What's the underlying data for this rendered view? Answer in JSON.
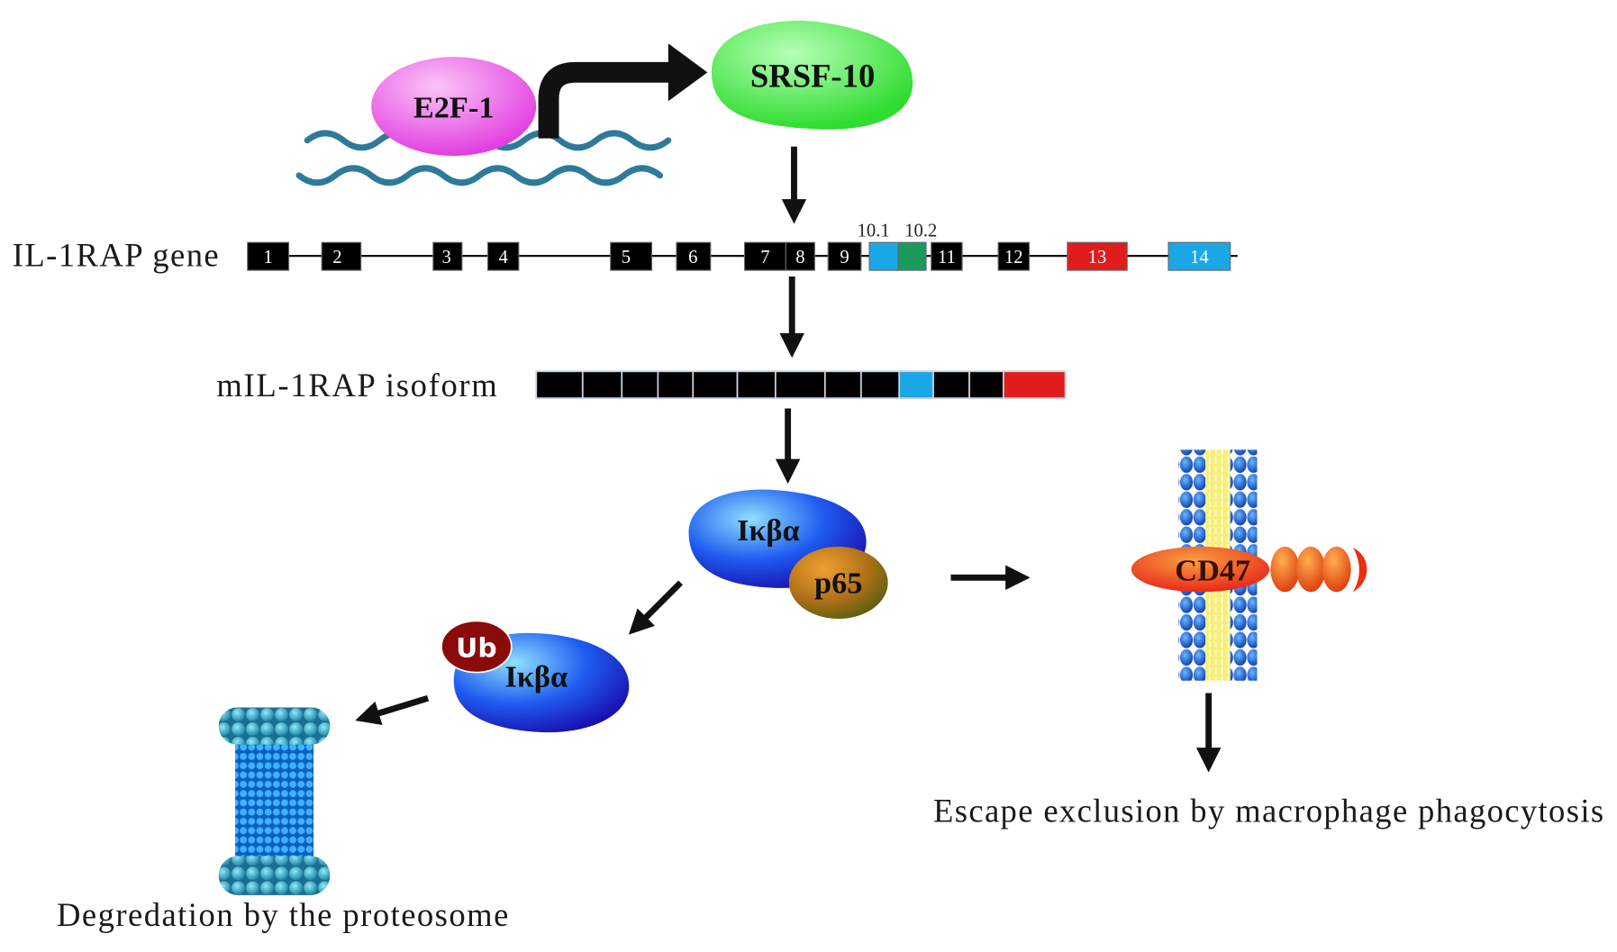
{
  "diagram": {
    "factors": {
      "e2f1": "E2F-1",
      "srsf10": "SRSF-10"
    },
    "gene": {
      "label": "IL-1RAP gene",
      "exons": [
        "1",
        "2",
        "3",
        "4",
        "5",
        "6",
        "7",
        "8",
        "9",
        "11",
        "12",
        "13",
        "14"
      ],
      "alt_exons": [
        "10.1",
        "10.2"
      ]
    },
    "isoform": {
      "label": "mIL-1RAP isoform"
    },
    "complex": {
      "ikba": "Iκβα",
      "p65": "p65"
    },
    "ubiquitinated": {
      "ub": "Ub",
      "ikba": "Iκβα"
    },
    "membrane_protein": {
      "cd47": "CD47"
    },
    "outcomes": {
      "escape": "Escape exclusion by macrophage phagocytosis",
      "degradation": "Degredation by the proteosome"
    }
  },
  "colors": {
    "e2f1": "#e23fe0",
    "srsf10": "#2fdc2f",
    "dna": "#2f7a9a",
    "exon": "#000000",
    "exon_10_1": "#1aa7e6",
    "exon_10_2": "#1a9a5c",
    "exon_13": "#e11c1c",
    "exon_14": "#1aa7e6",
    "ikba": "#1f5cf0",
    "p65": "#b07018",
    "ub": "#8b0a0a",
    "cd47": "#e8281a",
    "proteasome": "#2a90e0"
  }
}
